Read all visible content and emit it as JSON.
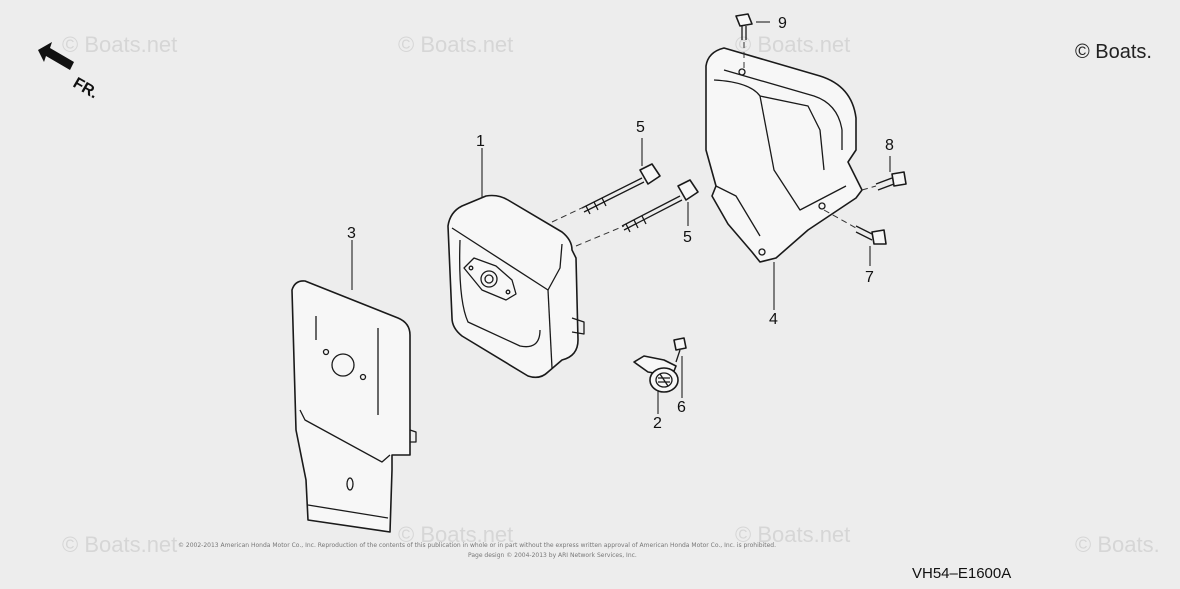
{
  "watermarks": {
    "top_left": "© Boats.net",
    "top_center": "© Boats.net",
    "top_right_faint": "© Boats.net",
    "corner": "© Boats.",
    "bottom_left": "© Boats.net",
    "bottom_center": "© Boats.net",
    "bottom_right_faint": "© Boats.net",
    "bottom_corner": "© Boats."
  },
  "direction": {
    "label": "FR."
  },
  "callouts": {
    "c1": "1",
    "c2": "2",
    "c3": "3",
    "c4": "4",
    "c5a": "5",
    "c5b": "5",
    "c6": "6",
    "c7": "7",
    "c8": "8",
    "c9": "9"
  },
  "footer": {
    "copyright": "© 2002-2013 American Honda Motor Co., Inc. Reproduction of the contents of this publication in whole or in part without the express written approval of American Honda Motor Co., Inc. is prohibited.",
    "page_design": "Page design © 2004-2013 by ARI Network Services, Inc.",
    "diagram_code": "VH54–E1600A"
  }
}
